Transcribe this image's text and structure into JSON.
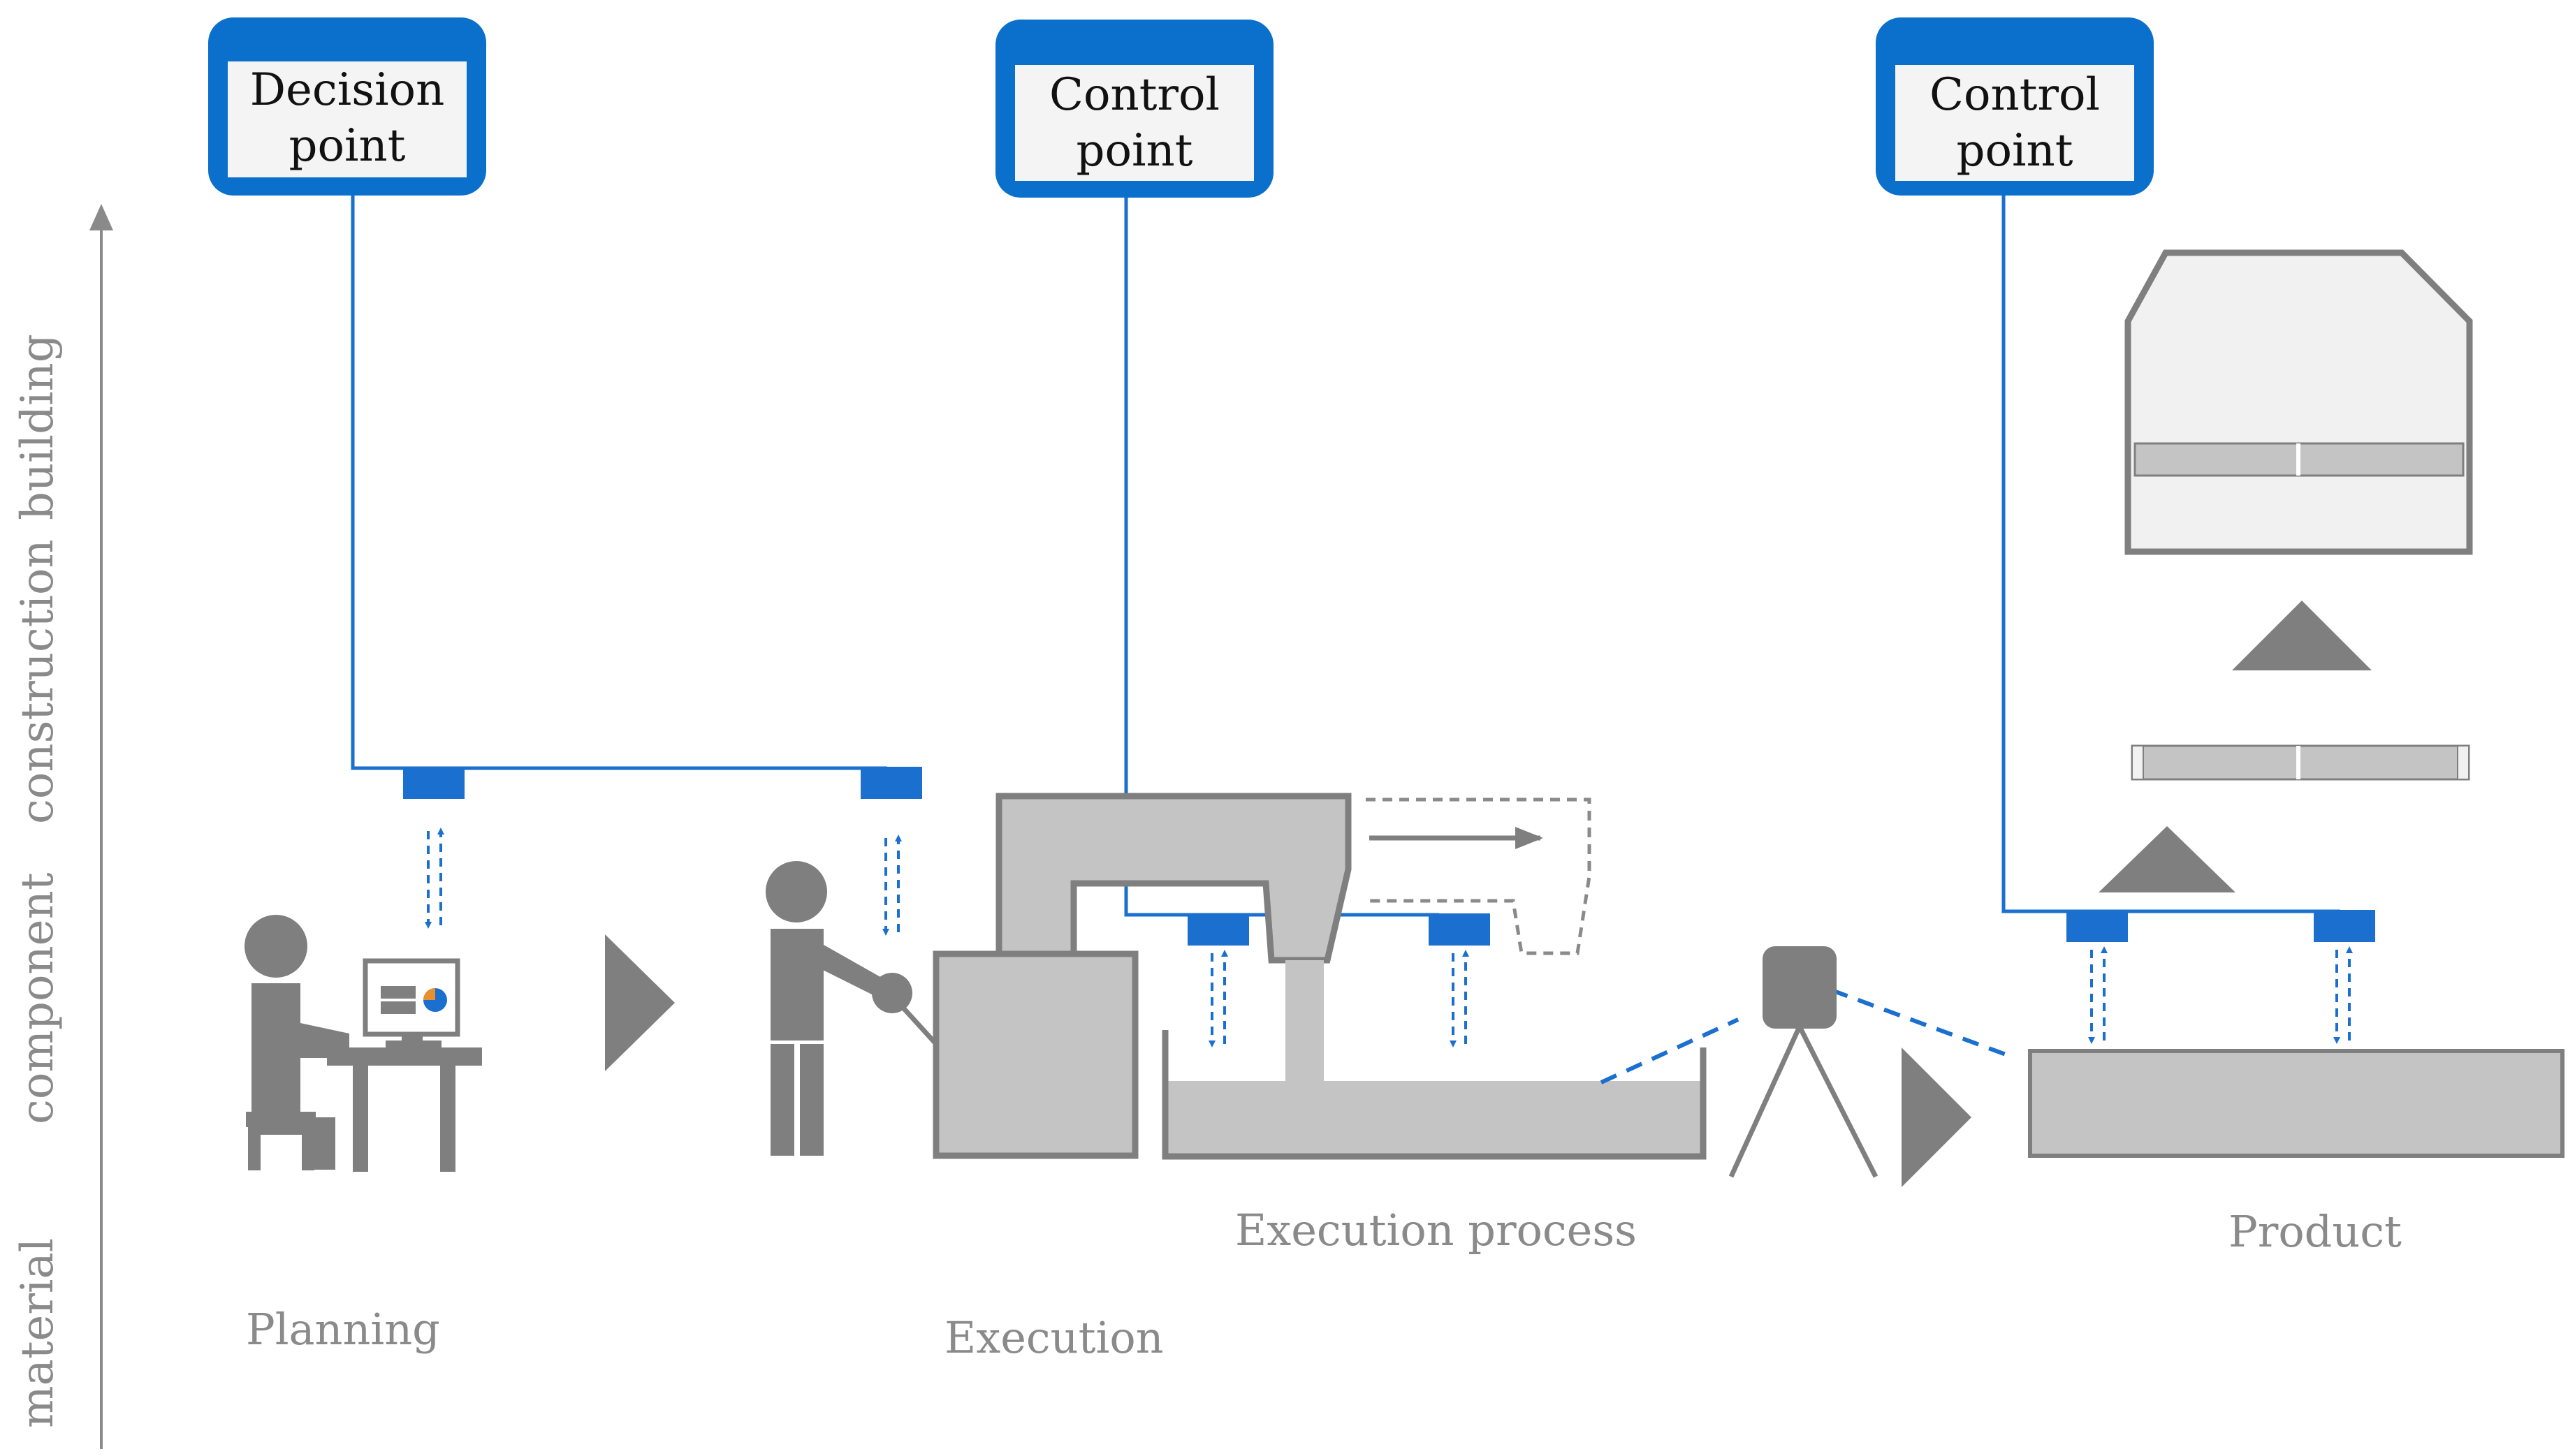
{
  "boxes": {
    "decision": {
      "line1": "Decision",
      "line2": "point"
    },
    "control1": {
      "line1": "Control",
      "line2": "point"
    },
    "control2": {
      "line1": "Control",
      "line2": "point"
    }
  },
  "axis": {
    "material": "material",
    "component": "component",
    "construction": "construction",
    "building": "building"
  },
  "stages": {
    "planning": "Planning",
    "execution": "Execution",
    "execution_process": "Execution process",
    "product": "Product"
  },
  "colors": {
    "accent_blue": "#1a6fcf",
    "box_blue": "#0b6fcc",
    "gray_dark": "#7f7f7f",
    "gray_fill": "#c4c4c4",
    "gray_light": "#f1f1f1"
  }
}
